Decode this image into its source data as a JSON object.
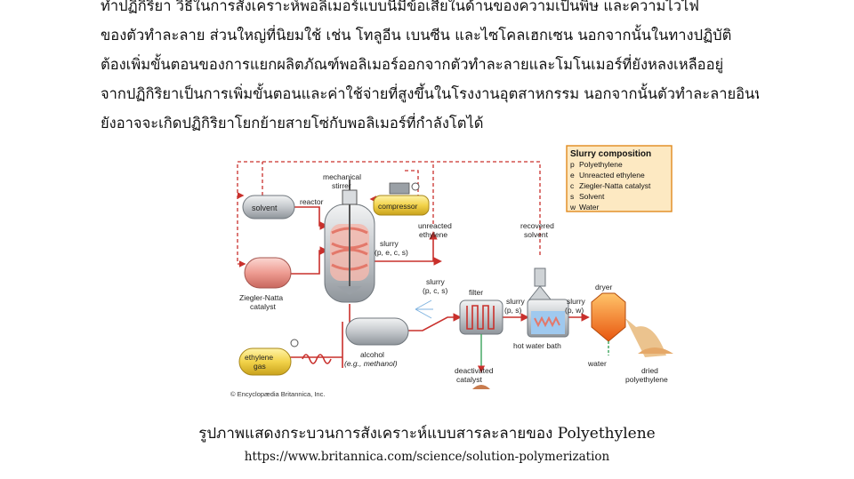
{
  "paragraph_lines": [
    "ทำปฏิกิริยา วิธีในการสังเคราะห์พอลิเมอร์แบบนี้มีข้อเสียในด้านของความเป็นพิษ และความไวไฟ",
    "ของตัวทำละลาย ส่วนใหญ่ที่นิยมใช้ เช่น โทลูอีน เบนซีน และไซโคลเฮกเซน นอกจากนั้นในทางปฏิบัติ",
    "ต้องเพิ่มขั้นตอนของการแยกผลิตภัณฑ์พอลิเมอร์ออกจากตัวทำละลายและโมโนเมอร์ที่ยังหลงเหลืออยู่",
    "จากปฏิกิริยาเป็นการเพิ่มขั้นตอนและค่าใช้จ่ายที่สูงขึ้นในโรงงานอุตสาหกรรม นอกจากนั้นตัวทำละลายอินทรีย์",
    "ยังอาจจะเกิดปฏิกิริยาโยกย้ายสายโซ่กับพอลิเมอร์ที่กำลังโตได้"
  ],
  "diagram": {
    "legend_title": "Slurry composition",
    "legend_items": [
      {
        "key": "p",
        "label": "Polyethylene"
      },
      {
        "key": "e",
        "label": "Unreacted ethylene"
      },
      {
        "key": "c",
        "label": "Ziegler-Natta catalyst"
      },
      {
        "key": "s",
        "label": "Solvent"
      },
      {
        "key": "w",
        "label": "Water"
      }
    ],
    "labels": {
      "solvent": "solvent",
      "catalyst_1": "Ziegler-Natta",
      "catalyst_2": "catalyst",
      "ethylene_1": "ethylene",
      "ethylene_2": "gas",
      "stirrer_1": "mechanical",
      "stirrer_2": "stirrer",
      "reactor": "reactor",
      "compressor": "compressor",
      "slurry_pecs_1": "slurry",
      "slurry_pecs_2": "(p, e, c, s)",
      "unreacted_1": "unreacted",
      "unreacted_2": "ethylene",
      "slurry_pcs_1": "slurry",
      "slurry_pcs_2": "(p, c, s)",
      "filter": "filter",
      "slurry_ps_1": "slurry",
      "slurry_ps_2": "(p, s)",
      "recovered_1": "recovered",
      "recovered_2": "solvent",
      "hot_water_bath": "hot water bath",
      "slurry_pw_1": "slurry",
      "slurry_pw_2": "(p, w)",
      "dryer": "dryer",
      "water": "water",
      "dried_1": "dried",
      "dried_2": "polyethylene",
      "deactivated_1": "deactivated",
      "deactivated_2": "catalyst",
      "alcohol_1": "alcohol",
      "alcohol_2": "(e.g., methanol)",
      "copyright": "© Encyclopædia Britannica, Inc."
    }
  },
  "caption": "รูปภาพแสดงกระบวนการสังเคราะห์แบบสารละลายของ Polyethylene",
  "source_url": "https://www.britannica.com/science/solution-polymerization",
  "colors": {
    "flow_line": "#c9302c",
    "tank_gray": "#cfd3d6",
    "tank_pink": "#f0a8a0",
    "tank_yellow": "#f2d34a",
    "legend_bg": "#fde9c2",
    "legend_border": "#e08a1e",
    "dryer_orange": "#f07a1a",
    "water_blue": "#9fc9ef"
  }
}
